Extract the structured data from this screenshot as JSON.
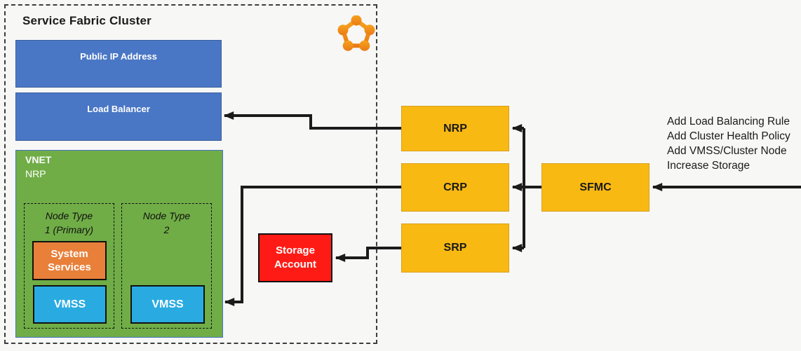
{
  "colors": {
    "bg": "#f7f7f6",
    "blue": "#4a77c5",
    "blue-border": "#3a619e",
    "green": "#70ad47",
    "green-border": "#4472c4",
    "orange": "#e8803a",
    "cyan": "#29abe2",
    "yellow": "#f9b913",
    "yellow-border": "#d9a019",
    "red": "#fe1b15",
    "arrow": "#1b1b1b",
    "icon-orange-light": "#f6a21e",
    "icon-orange-dark": "#ea7b15"
  },
  "cluster": {
    "title": "Service Fabric Cluster",
    "icon": "service-fabric-cluster-icon"
  },
  "nodes": {
    "public_ip": "Public IP Address",
    "load_balancer": "Load Balancer",
    "vnet_title": "VNET",
    "vnet_subtitle": "NRP",
    "node_type_1_line1": "Node Type",
    "node_type_1_line2": "1 (Primary)",
    "node_type_2_line1": "Node Type",
    "node_type_2_line2": "2",
    "system_services": "System Services",
    "vmss_1": "VMSS",
    "vmss_2": "VMSS",
    "nrp": "NRP",
    "crp": "CRP",
    "srp": "SRP",
    "sfmc": "SFMC",
    "storage_account": "Storage Account"
  },
  "notes": [
    "Add Load Balancing Rule",
    "Add Cluster Health Policy",
    "Add VMSS/Cluster Node",
    "Increase Storage"
  ]
}
